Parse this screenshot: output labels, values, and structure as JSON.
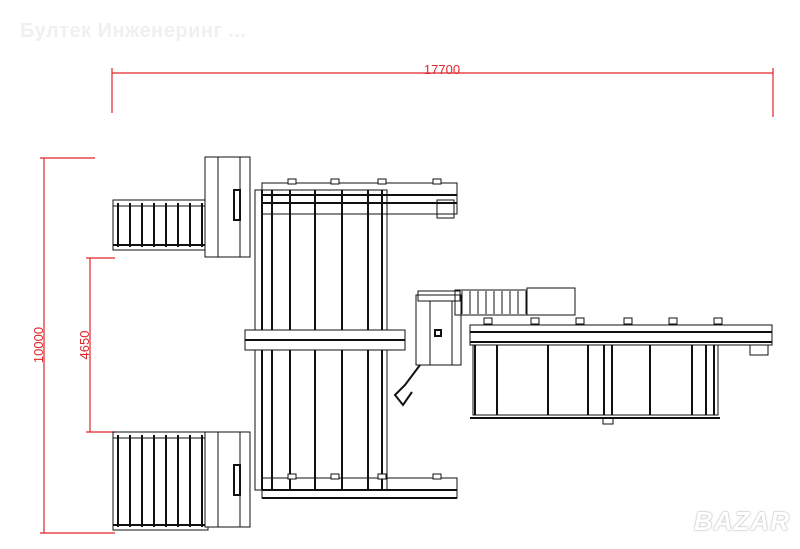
{
  "header": {
    "watermark": "Бултек Инженеринг ..."
  },
  "logo": {
    "text": "BAZAR"
  },
  "dimensions": {
    "overall_length": "17700",
    "overall_width": "10000",
    "inner_spacing": "4650"
  },
  "colors": {
    "dimension": "#e0262a",
    "drawing": "#111111"
  }
}
